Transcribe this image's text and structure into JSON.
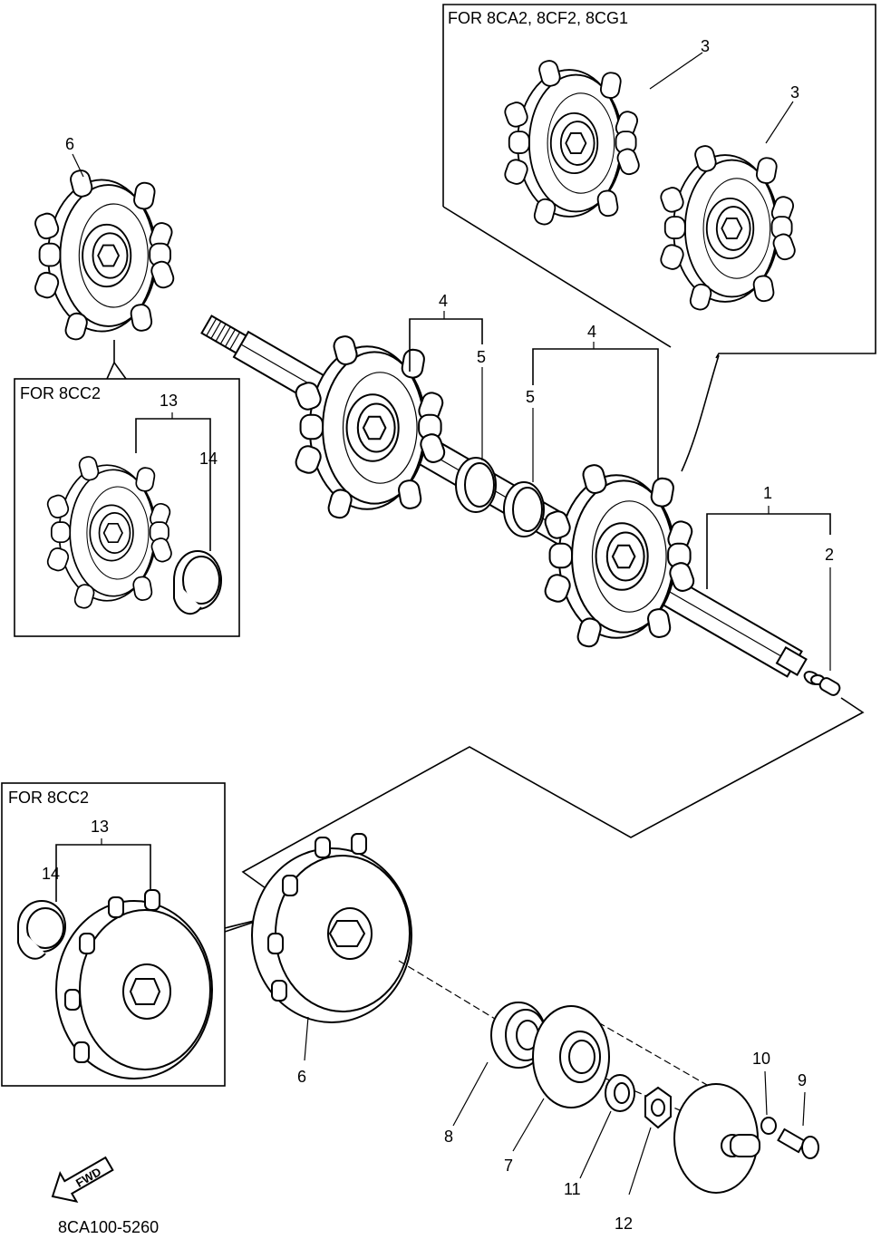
{
  "boxes": {
    "top_right": "FOR 8CA2, 8CF2, 8CG1",
    "left_middle": "FOR 8CC2",
    "left_bottom": "FOR 8CC2"
  },
  "callouts": {
    "c1": "1",
    "c2": "2",
    "c3a": "3",
    "c3b": "3",
    "c4a": "4",
    "c4b": "4",
    "c5a": "5",
    "c5b": "5",
    "c6a": "6",
    "c6b": "6",
    "c7": "7",
    "c8": "8",
    "c9": "9",
    "c10": "10",
    "c11": "11",
    "c12": "12",
    "c13a": "13",
    "c13b": "13",
    "c14a": "14",
    "c14b": "14"
  },
  "fwd_label": "FWD",
  "diagram_code": "8CA100-5260"
}
